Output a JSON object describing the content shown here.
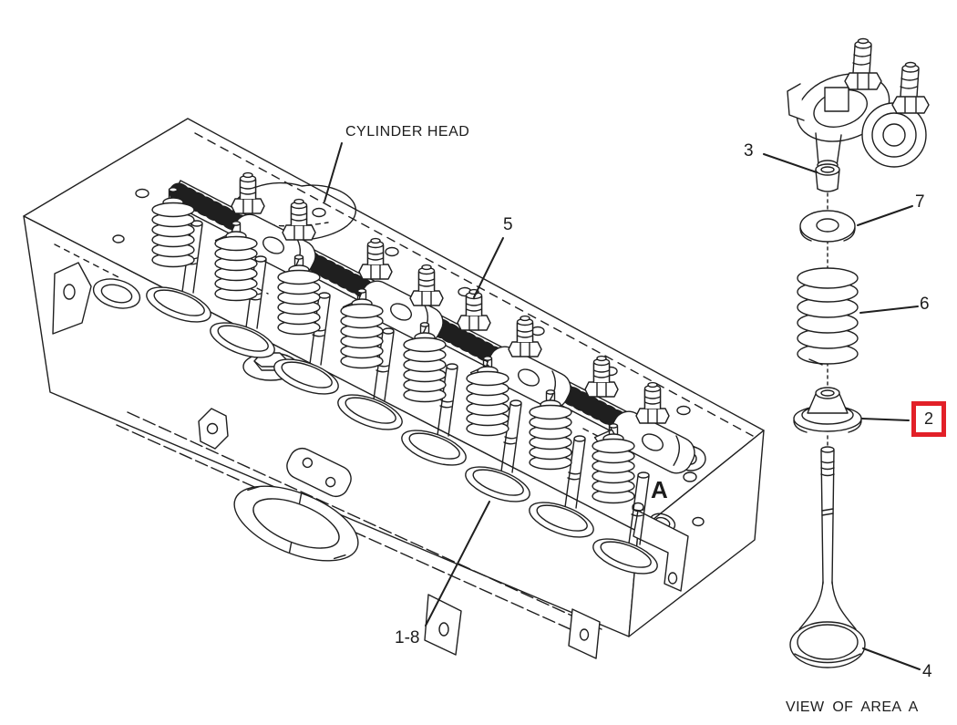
{
  "main_view": {
    "title_label": "CYLINDER HEAD",
    "callouts": {
      "rocker_adjuster": "5",
      "valves_group": "1-8",
      "area_marker": "A"
    }
  },
  "detail_view": {
    "caption": "VIEW OF AREA A",
    "callouts": {
      "valve_stem_cap": "3",
      "washer": "7",
      "valve_spring": "6",
      "valve_rotator": "2",
      "valve": "4"
    },
    "highlighted_callout": "valve_rotator",
    "highlight_color": "#e22028"
  }
}
